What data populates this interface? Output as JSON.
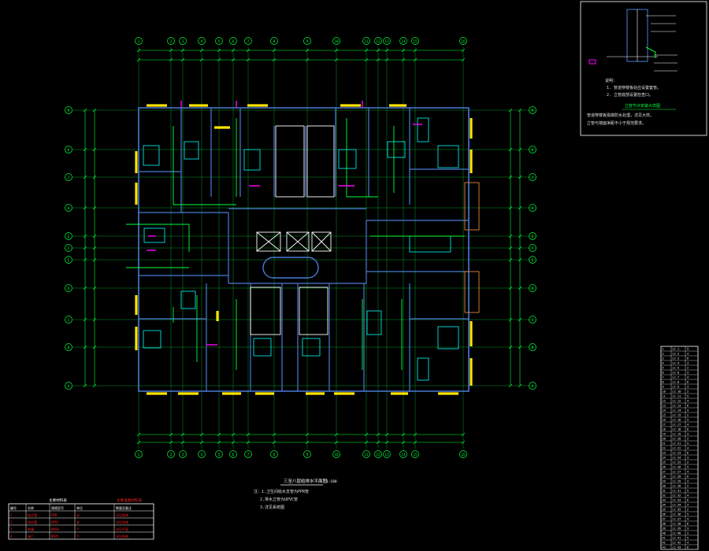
{
  "colors": {
    "background": "#000000",
    "axis": "#00ff3c",
    "wall": "#4a7bd6",
    "window": "#ffe400",
    "door": "#ff00ff",
    "fixture": "#00ffff",
    "text": "#ffffff",
    "red": "#ff2020"
  },
  "grid": {
    "top_labels": [
      "1",
      "2",
      "3",
      "4",
      "5",
      "6",
      "7",
      "8",
      "9",
      "10",
      "11",
      "12",
      "13",
      "14",
      "15",
      "16"
    ],
    "bottom_labels": [
      "1",
      "2",
      "3",
      "4",
      "5",
      "6",
      "7",
      "8",
      "9",
      "10",
      "11",
      "12",
      "13",
      "14",
      "15",
      "16"
    ],
    "left_labels": [
      "M",
      "K",
      "J",
      "H",
      "G",
      "F",
      "E",
      "D",
      "C",
      "B",
      "A"
    ],
    "right_labels": [
      "M",
      "K",
      "J",
      "H",
      "G",
      "F",
      "E",
      "D",
      "C",
      "B",
      "A"
    ]
  },
  "drawing": {
    "title": "三至八层给排水平面图",
    "scale": "1:100",
    "notes": [
      "注：1.卫生间给水支管为PPR管",
      "2.排水立管为UPVC管",
      "3.详见系统图"
    ]
  },
  "detail_panel": {
    "title": "立管节点安装大样图",
    "notes": [
      "说明：",
      "1. 管道穿楼板处应设置套管。",
      "2. 立管底部设置检查口。",
      "管道穿楼板需做防水处理，详见大样。",
      "立管与墙面净距不小于规范要求。"
    ]
  },
  "legend_table": {
    "title": "主要材料表",
    "header_note": "主要设备材料表",
    "columns": [
      "编号",
      "名称",
      "规格型号",
      "单位",
      "数量及备注"
    ],
    "rows": [
      [
        "1",
        "给水管",
        "PPR",
        "米",
        "详见系统"
      ],
      [
        "2",
        "排水管",
        "UPVC",
        "米",
        "详见系统"
      ],
      [
        "3",
        "地漏",
        "DN50",
        "个",
        "详见平面"
      ],
      [
        "4",
        "阀门",
        "DN25",
        "个",
        "详见系统"
      ]
    ]
  },
  "schedule_table": {
    "rows": [
      [
        "1",
        "LC-1",
        "5"
      ],
      [
        "2",
        "LC-2",
        "4"
      ],
      [
        "3",
        "LC-3",
        "6"
      ],
      [
        "4",
        "LC-4",
        "3"
      ],
      [
        "5",
        "LC-5",
        "2"
      ],
      [
        "6",
        "LC-6",
        "5"
      ],
      [
        "7",
        "LC-7",
        "4"
      ],
      [
        "8",
        "LC-8",
        "6"
      ],
      [
        "9",
        "LC-9",
        "3"
      ],
      [
        "10",
        "LC-10",
        "2"
      ],
      [
        "11",
        "LC-11",
        "5"
      ],
      [
        "12",
        "LC-12",
        "4"
      ],
      [
        "13",
        "LC-13",
        "6"
      ],
      [
        "14",
        "LC-14",
        "3"
      ],
      [
        "15",
        "LC-15",
        "2"
      ],
      [
        "16",
        "LC-16",
        "5"
      ],
      [
        "17",
        "LC-17",
        "4"
      ],
      [
        "18",
        "LC-18",
        "6"
      ],
      [
        "19",
        "LC-19",
        "3"
      ],
      [
        "20",
        "LC-20",
        "2"
      ],
      [
        "21",
        "LC-21",
        "5"
      ],
      [
        "22",
        "LC-22",
        "4"
      ],
      [
        "23",
        "LC-23",
        "6"
      ],
      [
        "24",
        "LC-24",
        "3"
      ],
      [
        "25",
        "LC-25",
        "2"
      ],
      [
        "26",
        "LC-26",
        "5"
      ],
      [
        "27",
        "LC-27",
        "4"
      ],
      [
        "28",
        "LC-28",
        "6"
      ],
      [
        "29",
        "LC-29",
        "3"
      ],
      [
        "30",
        "LC-30",
        "2"
      ],
      [
        "31",
        "LC-31",
        "5"
      ],
      [
        "32",
        "LC-32",
        "4"
      ],
      [
        "33",
        "LC-33",
        "6"
      ],
      [
        "34",
        "LC-34",
        "3"
      ],
      [
        "35",
        "LC-35",
        "2"
      ],
      [
        "36",
        "LC-36",
        "5"
      ],
      [
        "37",
        "LC-37",
        "4"
      ],
      [
        "38",
        "LC-38",
        "6"
      ],
      [
        "39",
        "LC-39",
        "3"
      ],
      [
        "40",
        "LC-40",
        "2"
      ],
      [
        "41",
        "LC-41",
        "5"
      ],
      [
        "42",
        "LC-42",
        "4"
      ],
      [
        "43",
        "LC-43",
        "6"
      ]
    ]
  }
}
